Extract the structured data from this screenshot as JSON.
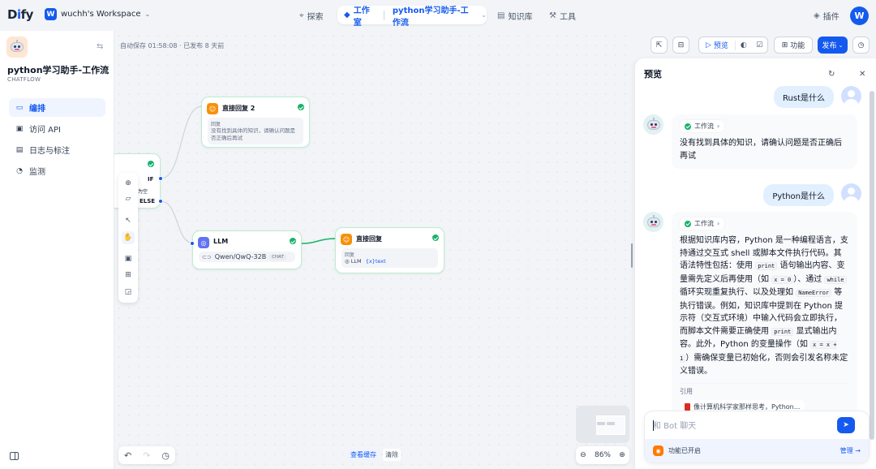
{
  "topbar": {
    "logo": "Dify",
    "workspace_badge": "W",
    "workspace": "wuchh's Workspace",
    "nav": {
      "explore": "探索",
      "studio": "工作室",
      "app_crumb": "python学习助手-工作流",
      "knowledge": "知识库",
      "tools": "工具",
      "plugins": "插件"
    },
    "avatar": "W"
  },
  "sidebar": {
    "app_name": "python学习助手-工作流",
    "app_type": "CHATFLOW",
    "items": [
      {
        "label": "编排",
        "icon": "layout-icon",
        "active": true
      },
      {
        "label": "访问 API",
        "icon": "terminal-icon",
        "active": false
      },
      {
        "label": "日志与标注",
        "icon": "file-list-icon",
        "active": false
      },
      {
        "label": "监测",
        "icon": "monitor-icon",
        "active": false
      }
    ]
  },
  "canvas": {
    "autosave": "自动保存 01:58:08 · 已发布 8 天前",
    "if_node": {
      "if": "IF",
      "cond": "为空",
      "else": "ELSE"
    },
    "answer_node_2": {
      "title": "直接回复 2",
      "body_label": "回复",
      "body_text": "没有找到具体的知识，请确认问题是否正确后再试"
    },
    "llm_node": {
      "title": "LLM",
      "model": "Qwen/QwQ-32B",
      "model_tag": "CHAT"
    },
    "answer_node": {
      "title": "直接回复",
      "body_label": "回复",
      "var_llm": "LLM",
      "var_text": "text"
    },
    "cache_view": "查看缓存",
    "cache_clear": "清除",
    "zoom": "86%"
  },
  "header_actions": {
    "preview": "预览",
    "features": "功能",
    "publish": "发布"
  },
  "preview_panel": {
    "title": "预览",
    "messages": [
      {
        "role": "user",
        "text": "Rust是什么"
      },
      {
        "role": "bot",
        "chip": "工作流",
        "text": "没有找到具体的知识，请确认问题是否正确后再试"
      },
      {
        "role": "user",
        "text": "Python是什么"
      },
      {
        "role": "bot",
        "chip": "工作流",
        "segments": [
          "根据知识库内容，Python 是一种编程语言，支持通过交互式 shell 或脚本文件执行代码。其语法特性包括：使用 ",
          "print",
          " 语句输出内容、变量需先定义后再使用（如 ",
          "x = 0",
          "）、通过 ",
          "while",
          " 循环实现重复执行、以及处理如 ",
          "NameError",
          " 等执行错误。例如，知识库中提到在 Python 提示符（交互式环境）中输入代码会立即执行，而脚本文件需要正确使用 ",
          "print",
          " 显式输出内容。此外，Python 的变量操作（如 ",
          "x = x + 1",
          "）需确保变量已初始化，否则会引发名称未定义错误。"
        ],
        "citation_label": "引用",
        "citation": "像计算机科学家那样思考，Python..."
      }
    ],
    "input_placeholder": "和 Bot 聊天",
    "features_enabled": "功能已开启",
    "manage": "管理"
  },
  "colors": {
    "accent": "#155aef",
    "success": "#17b26a",
    "answer_node_icon": "#f79009",
    "llm_node_icon": "#6172f3",
    "user_bubble": "#e1effe"
  }
}
